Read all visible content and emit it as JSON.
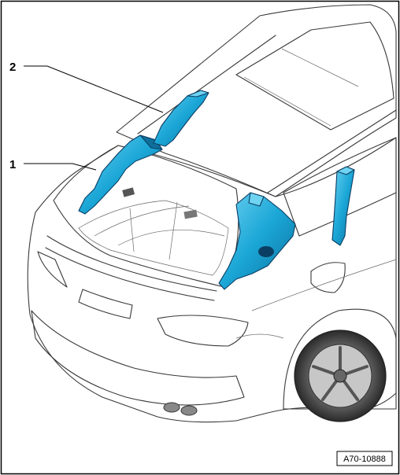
{
  "callouts": [
    {
      "number": "1"
    },
    {
      "number": "2"
    }
  ],
  "reference_code": "A70-10888",
  "colors": {
    "panel_fill": "#1aa6d6",
    "panel_shadow": "#0f6f9c",
    "panel_highlight": "#6fd3f2",
    "body_light": "#f4f4f4",
    "body_mid": "#d9d9d9",
    "body_dark": "#a8a8a8",
    "outline": "#000000"
  }
}
